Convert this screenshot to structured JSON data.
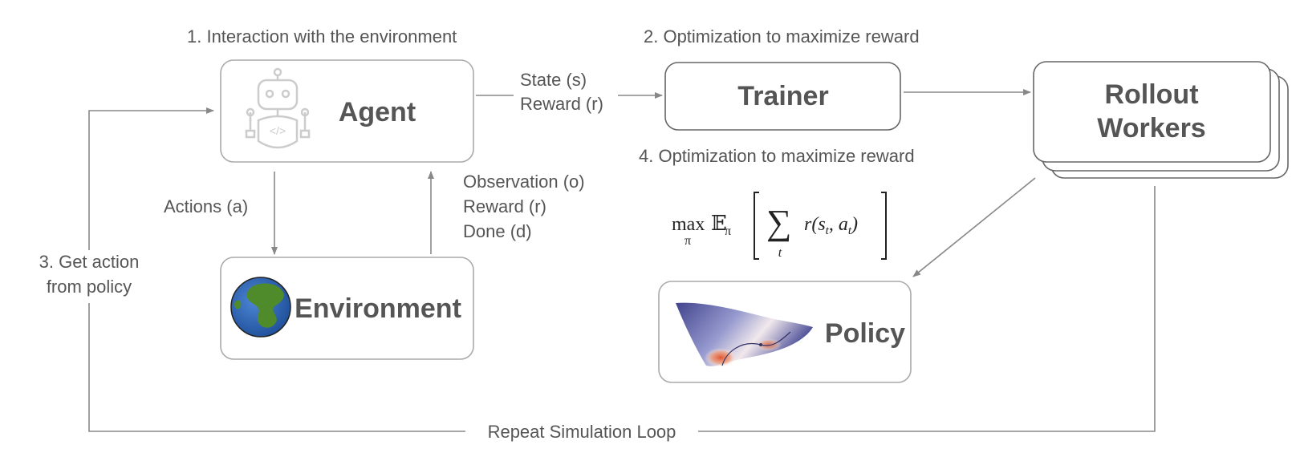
{
  "steps": {
    "step1": "1. Interaction with the environment",
    "step2": "2. Optimization to maximize reward",
    "step3_line1": "3. Get action",
    "step3_line2": "from policy",
    "step4": "4. Optimization to maximize reward"
  },
  "nodes": {
    "agent": "Agent",
    "environment": "Environment",
    "trainer": "Trainer",
    "rollout_line1": "Rollout",
    "rollout_line2": "Workers",
    "policy": "Policy"
  },
  "edges": {
    "state": "State (s)",
    "reward": "Reward (r)",
    "actions": "Actions (a)",
    "observation": "Observation (o)",
    "obs_reward": "Reward (r)",
    "done": "Done (d)",
    "loop": "Repeat Simulation Loop"
  },
  "formula": {
    "max": "max",
    "pi_sub": "π",
    "expect": "𝔼",
    "sum": "∑",
    "t": "t",
    "body": "r(s",
    "st": "t",
    "comma": ", a",
    "at": "t",
    "close": ")"
  },
  "icons": [
    "robot-icon",
    "earth-icon",
    "loss-landscape-icon"
  ],
  "colors": {
    "text": "#555555",
    "line": "#888888",
    "box_border": "#999999",
    "earth_ocean": "#2f66b3",
    "earth_land": "#4f8a2b",
    "landscape_blue": "#3d3f8f",
    "landscape_red": "#e0552e"
  }
}
